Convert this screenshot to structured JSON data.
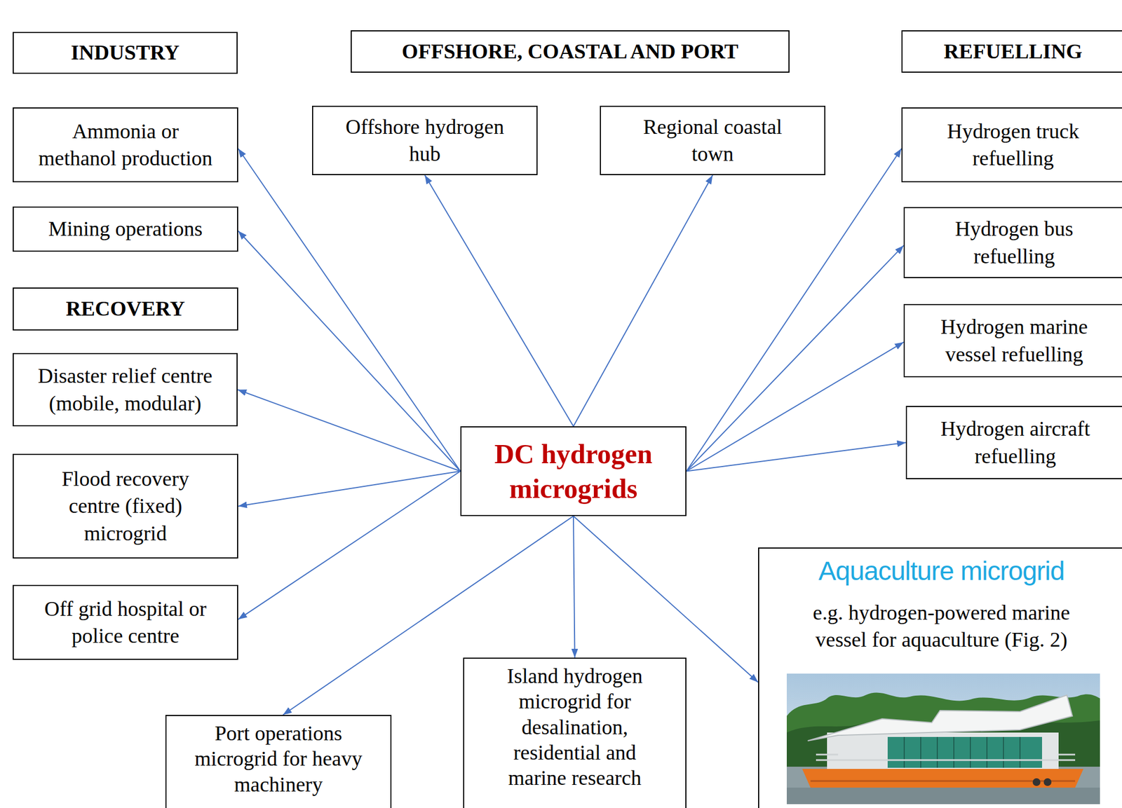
{
  "diagram": {
    "nodes": [
      {
        "text": [
          "INDUSTRY"
        ]
      },
      {
        "text": [
          "OFFSHORE, COASTAL AND PORT"
        ]
      },
      {
        "text": [
          "REFUELLING"
        ]
      },
      {
        "text": [
          "Ammonia or methanol production"
        ]
      },
      {
        "text": [
          "Offshore hydrogen hub"
        ]
      },
      {
        "text": [
          "Regional coastal town"
        ]
      },
      {
        "text": [
          "Hydrogen truck refuelling"
        ]
      },
      {
        "text": [
          "Mining operations"
        ]
      },
      {
        "text": [
          "Hydrogen bus refuelling"
        ]
      },
      {
        "text": [
          "RECOVERY"
        ]
      },
      {
        "text": [
          "Hydrogen marine vessel refuelling"
        ]
      },
      {
        "text": [
          "Disaster relief centre (mobile, modular)"
        ]
      },
      {
        "text": [
          "Hydrogen aircraft refuelling"
        ]
      },
      {
        "text": [
          "DC hydrogen microgrids"
        ]
      },
      {
        "text": [
          "Flood recovery centre (fixed) microgrid"
        ]
      },
      {
        "text": [
          "Off grid hospital or police centre"
        ]
      },
      {
        "text": [
          "Aquaculture microgrid",
          "e.g. hydrogen-powered marine vessel for aquaculture (Fig. 2)"
        ]
      },
      {
        "text": [
          "Port operations microgrid for heavy machinery"
        ]
      },
      {
        "text": [
          "Island hydrogen microgrid for desalination, residential and marine research"
        ]
      }
    ],
    "edges": [
      {
        "from": 13,
        "to": 3,
        "arrow": "to"
      },
      {
        "from": 13,
        "to": 7,
        "arrow": "to"
      },
      {
        "from": 13,
        "to": 11,
        "arrow": "to"
      },
      {
        "from": 13,
        "to": 14,
        "arrow": "to"
      },
      {
        "from": 13,
        "to": 15,
        "arrow": "to"
      },
      {
        "from": 13,
        "to": 4,
        "arrow": "to"
      },
      {
        "from": 13,
        "to": 5,
        "arrow": "to"
      },
      {
        "from": 13,
        "to": 6,
        "arrow": "to"
      },
      {
        "from": 13,
        "to": 8,
        "arrow": "to"
      },
      {
        "from": 13,
        "to": 10,
        "arrow": "to"
      },
      {
        "from": 13,
        "to": 12,
        "arrow": "to"
      },
      {
        "from": 13,
        "to": 17,
        "arrow": "to"
      },
      {
        "from": 13,
        "to": 18,
        "arrow": "to"
      },
      {
        "from": 13,
        "to": 16,
        "arrow": "to"
      }
    ]
  }
}
